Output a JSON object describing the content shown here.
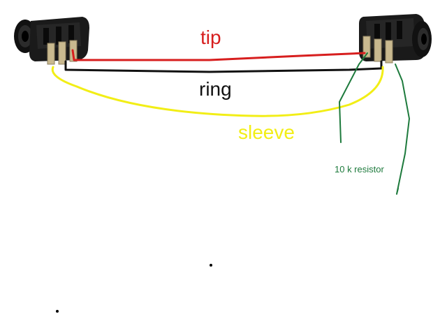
{
  "labels": {
    "tip": "tip",
    "ring": "ring",
    "sleeve": "sleeve",
    "resistor": "10 k resistor"
  },
  "colors": {
    "tip": "#d71e1e",
    "ring": "#111111",
    "sleeve": "#f2ee16",
    "resistor": "#1d7a3c",
    "jack_body": "#1a1a1a",
    "jack_terminal": "#c9b98f"
  },
  "components": {
    "left_jack": "audio-jack",
    "right_jack": "audio-jack"
  }
}
